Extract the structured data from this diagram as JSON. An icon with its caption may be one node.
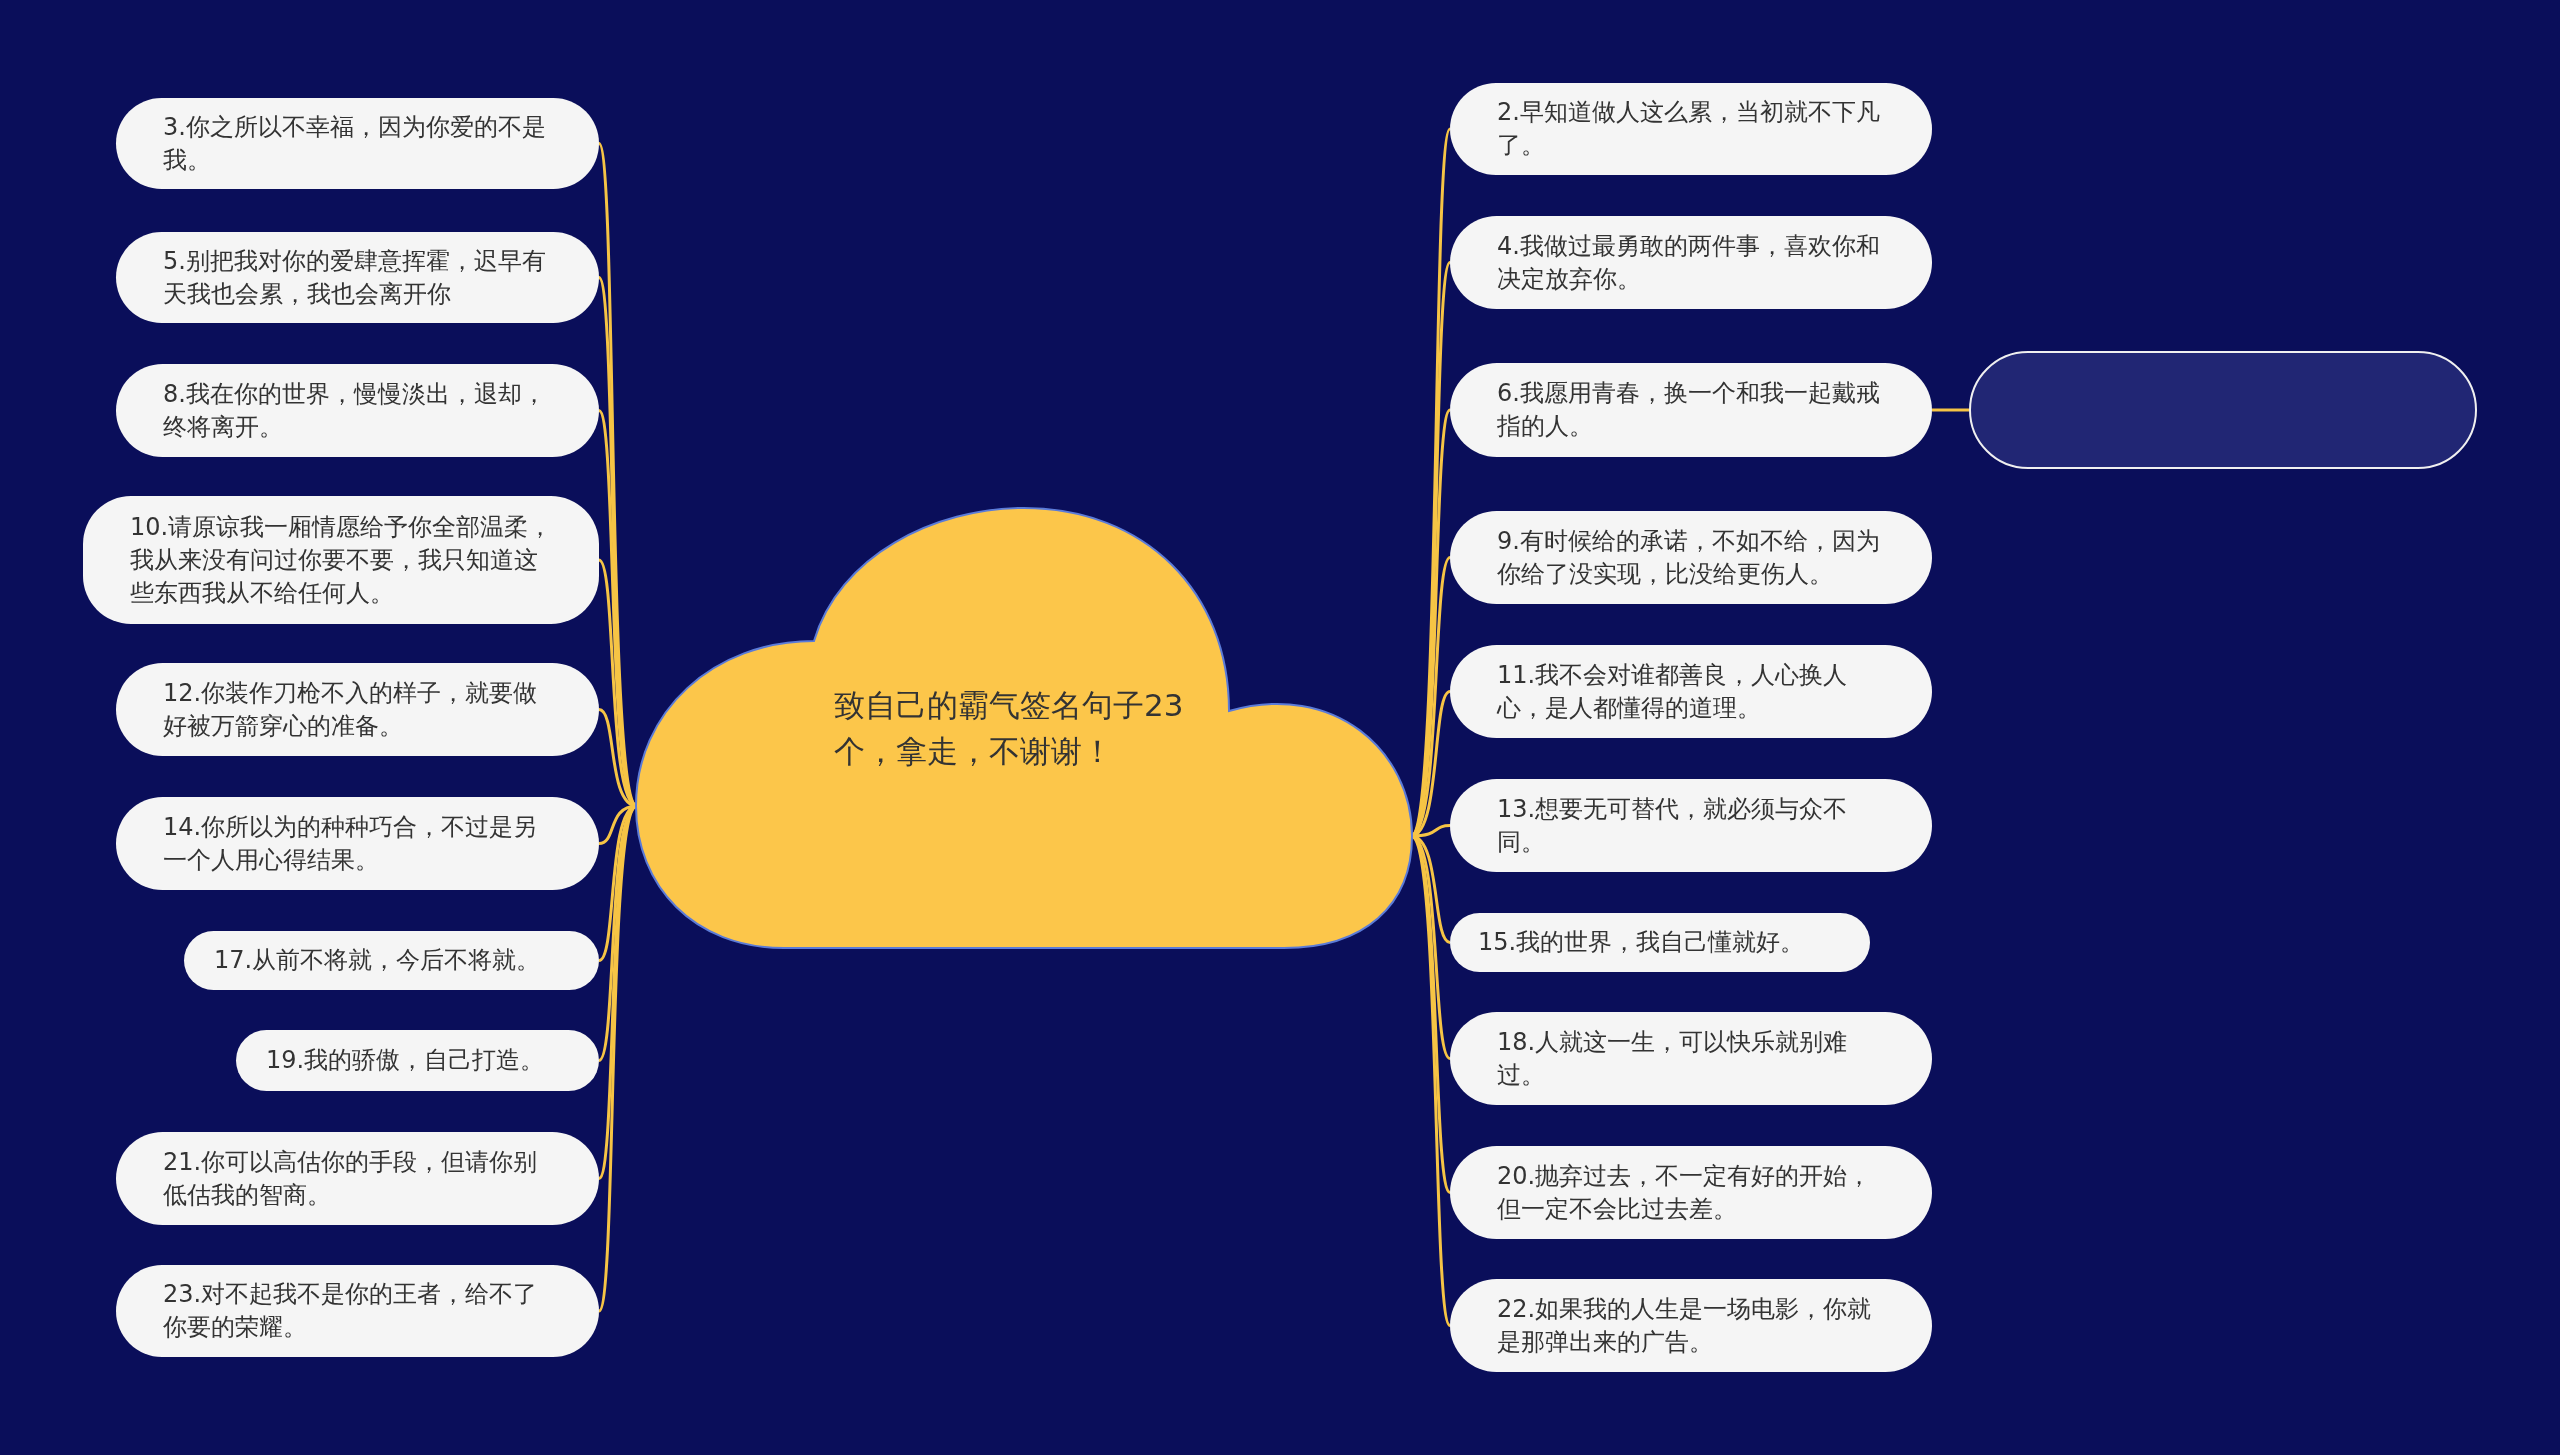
{
  "diagram": {
    "nodes": [
      {
        "text": [
          "致自己的霸气签名句子23个，拿走，不谢谢！"
        ]
      },
      {
        "text": [
          "3.你之所以不幸福，因为你爱的不是我。"
        ]
      },
      {
        "text": [
          "5.别把我对你的爱肆意挥霍，迟早有天我也会累，我也会离开你"
        ]
      },
      {
        "text": [
          "8.我在你的世界，慢慢淡出，退却，终将离开。"
        ]
      },
      {
        "text": [
          "10.请原谅我一厢情愿给予你全部温柔，我从来没有问过你要不要，我只知道这些东西我从不给任何人。"
        ]
      },
      {
        "text": [
          "12.你装作刀枪不入的样子，就要做好被万箭穿心的准备。"
        ]
      },
      {
        "text": [
          "14.你所以为的种种巧合，不过是另一个人用心得结果。"
        ]
      },
      {
        "text": [
          "17.从前不将就，今后不将就。"
        ]
      },
      {
        "text": [
          "19.我的骄傲，自己打造。"
        ]
      },
      {
        "text": [
          "21.你可以高估你的手段，但请你别低估我的智商。"
        ]
      },
      {
        "text": [
          "23.对不起我不是你的王者，给不了你要的荣耀。"
        ]
      },
      {
        "text": [
          "2.早知道做人这么累，当初就不下凡了。"
        ]
      },
      {
        "text": [
          "4.我做过最勇敢的两件事，喜欢你和决定放弃你。"
        ]
      },
      {
        "text": [
          "6.我愿用青春，换一个和我一起戴戒指的人。"
        ]
      },
      {
        "text": [
          "9.有时候给的承诺，不如不给，因为你给了没实现，比没给更伤人。"
        ]
      },
      {
        "text": [
          "11.我不会对谁都善良，人心换人心，是人都懂得的道理。"
        ]
      },
      {
        "text": [
          "13.想要无可替代，就必须与众不同。"
        ]
      },
      {
        "text": [
          "15.我的世界，我自己懂就好。"
        ]
      },
      {
        "text": [
          "18.人就这一生，可以快乐就别难过。"
        ]
      },
      {
        "text": [
          "20.抛弃过去，不一定有好的开始，但一定不会比过去差。"
        ]
      },
      {
        "text": [
          "22.如果我的人生是一场电影，你就是那弹出来的广告。"
        ]
      },
      {
        "text": [],
        "shape": "box"
      }
    ],
    "edges": [
      {
        "from": 0,
        "to": 1,
        "arrow": "none"
      },
      {
        "from": 0,
        "to": 2,
        "arrow": "none"
      },
      {
        "from": 0,
        "to": 3,
        "arrow": "none"
      },
      {
        "from": 0,
        "to": 4,
        "arrow": "none"
      },
      {
        "from": 0,
        "to": 5,
        "arrow": "none"
      },
      {
        "from": 0,
        "to": 6,
        "arrow": "none"
      },
      {
        "from": 0,
        "to": 7,
        "arrow": "none"
      },
      {
        "from": 0,
        "to": 8,
        "arrow": "none"
      },
      {
        "from": 0,
        "to": 9,
        "arrow": "none"
      },
      {
        "from": 0,
        "to": 10,
        "arrow": "none"
      },
      {
        "from": 0,
        "to": 11,
        "arrow": "none"
      },
      {
        "from": 0,
        "to": 12,
        "arrow": "none"
      },
      {
        "from": 0,
        "to": 13,
        "arrow": "none"
      },
      {
        "from": 0,
        "to": 14,
        "arrow": "none"
      },
      {
        "from": 0,
        "to": 15,
        "arrow": "none"
      },
      {
        "from": 0,
        "to": 16,
        "arrow": "none"
      },
      {
        "from": 0,
        "to": 17,
        "arrow": "none"
      },
      {
        "from": 0,
        "to": 18,
        "arrow": "none"
      },
      {
        "from": 0,
        "to": 19,
        "arrow": "none"
      },
      {
        "from": 0,
        "to": 20,
        "arrow": "none"
      },
      {
        "from": 13,
        "to": 21,
        "arrow": "none"
      }
    ]
  }
}
